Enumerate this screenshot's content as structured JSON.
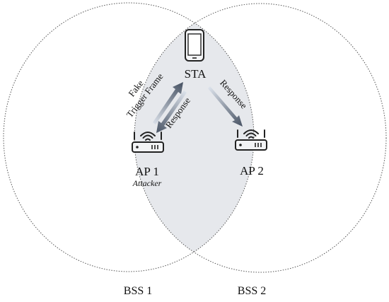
{
  "nodes": {
    "sta": {
      "label": "STA"
    },
    "ap1": {
      "label": "AP 1",
      "sublabel": "Attacker"
    },
    "ap2": {
      "label": "AP 2"
    }
  },
  "bss": {
    "bss1": {
      "label": "BSS 1"
    },
    "bss2": {
      "label": "BSS 2"
    }
  },
  "edges": {
    "fake_trigger": {
      "line1": "Fake",
      "line2": "Trigger Frame"
    },
    "response_ap1": {
      "label": "Response"
    },
    "response_ap2": {
      "label": "Response"
    }
  },
  "colors": {
    "overlap_fill": "#e6e8ec",
    "circle_stroke": "#555555",
    "arrow_dark": "#4a5566",
    "arrow_light": "#dbe1ea",
    "icon_stroke": "#222222"
  }
}
